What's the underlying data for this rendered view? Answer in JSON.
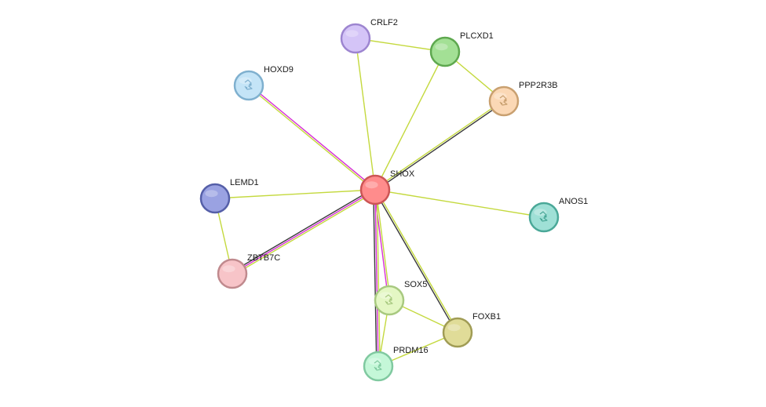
{
  "network": {
    "center": "SHOX",
    "nodes": [
      {
        "id": "SHOX",
        "label": "SHOX",
        "fill": "#ff8c8c",
        "stroke": "#cc5555",
        "highlight": true
      },
      {
        "id": "CRLF2",
        "label": "CRLF2",
        "fill": "#d4c4f7",
        "stroke": "#9d85d0"
      },
      {
        "id": "PLCXD1",
        "label": "PLCXD1",
        "fill": "#a3e095",
        "stroke": "#5ea84f"
      },
      {
        "id": "HOXD9",
        "label": "HOXD9",
        "fill": "#c4e4f7",
        "stroke": "#7fb0cf",
        "icon": "protein-structure-icon"
      },
      {
        "id": "PPP2R3B",
        "label": "PPP2R3B",
        "fill": "#fbd8b5",
        "stroke": "#c9a070",
        "icon": "protein-structure-icon"
      },
      {
        "id": "LEMD1",
        "label": "LEMD1",
        "fill": "#9aa2e2",
        "stroke": "#555fa8"
      },
      {
        "id": "ANOS1",
        "label": "ANOS1",
        "fill": "#9fe0d6",
        "stroke": "#4aa898",
        "icon": "protein-structure-icon"
      },
      {
        "id": "ZBTB7C",
        "label": "ZBTB7C",
        "fill": "#f7c4c8",
        "stroke": "#c08a8e"
      },
      {
        "id": "SOX5",
        "label": "SOX5",
        "fill": "#e4f7c4",
        "stroke": "#a8c980",
        "icon": "protein-structure-icon"
      },
      {
        "id": "FOXB1",
        "label": "FOXB1",
        "fill": "#e0dc98",
        "stroke": "#a09c55"
      },
      {
        "id": "PRDM16",
        "label": "PRDM16",
        "fill": "#c4f7d8",
        "stroke": "#80c9a0",
        "icon": "protein-structure-icon"
      }
    ],
    "edges": [
      {
        "source": "SHOX",
        "target": "CRLF2",
        "evidence": [
          "textmining"
        ]
      },
      {
        "source": "SHOX",
        "target": "PLCXD1",
        "evidence": [
          "textmining"
        ]
      },
      {
        "source": "SHOX",
        "target": "HOXD9",
        "evidence": [
          "textmining",
          "experiments"
        ]
      },
      {
        "source": "SHOX",
        "target": "PPP2R3B",
        "evidence": [
          "textmining",
          "coexpression"
        ]
      },
      {
        "source": "SHOX",
        "target": "LEMD1",
        "evidence": [
          "textmining"
        ]
      },
      {
        "source": "SHOX",
        "target": "ANOS1",
        "evidence": [
          "textmining"
        ]
      },
      {
        "source": "SHOX",
        "target": "ZBTB7C",
        "evidence": [
          "textmining",
          "experiments",
          "coexpression"
        ]
      },
      {
        "source": "SHOX",
        "target": "SOX5",
        "evidence": [
          "textmining",
          "experiments"
        ]
      },
      {
        "source": "SHOX",
        "target": "FOXB1",
        "evidence": [
          "textmining",
          "coexpression"
        ]
      },
      {
        "source": "SHOX",
        "target": "PRDM16",
        "evidence": [
          "textmining",
          "experiments",
          "coexpression"
        ]
      },
      {
        "source": "CRLF2",
        "target": "PLCXD1",
        "evidence": [
          "textmining"
        ]
      },
      {
        "source": "PLCXD1",
        "target": "PPP2R3B",
        "evidence": [
          "textmining"
        ]
      },
      {
        "source": "LEMD1",
        "target": "ZBTB7C",
        "evidence": [
          "textmining"
        ]
      },
      {
        "source": "SOX5",
        "target": "FOXB1",
        "evidence": [
          "textmining"
        ]
      },
      {
        "source": "SOX5",
        "target": "PRDM16",
        "evidence": [
          "textmining"
        ]
      },
      {
        "source": "FOXB1",
        "target": "PRDM16",
        "evidence": [
          "textmining"
        ]
      }
    ],
    "evidence_colors": {
      "textmining": "#c4d93e",
      "experiments": "#d62fd6",
      "coexpression": "#3a3a3a"
    }
  }
}
